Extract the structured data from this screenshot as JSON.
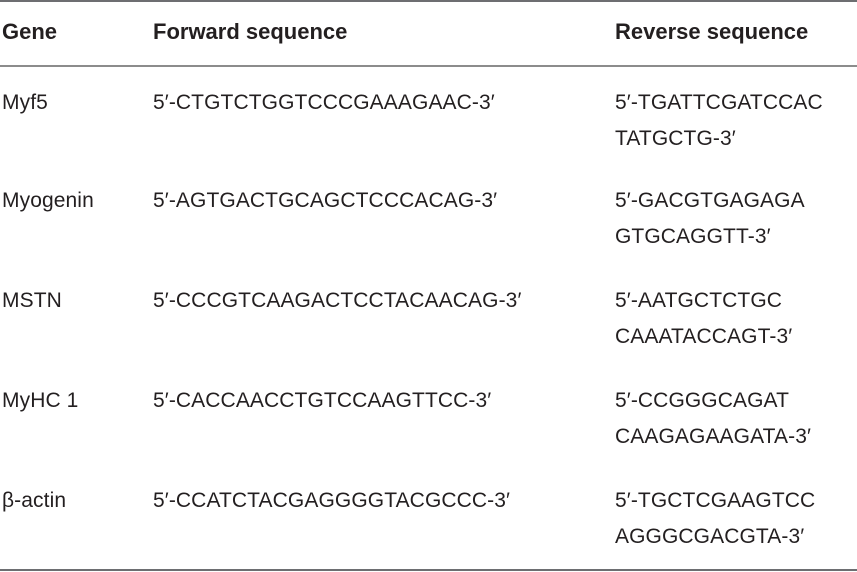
{
  "table": {
    "headers": {
      "gene": "Gene",
      "forward": "Forward sequence",
      "reverse": "Reverse sequence"
    },
    "rows": [
      {
        "gene": "Myf5",
        "forward": "5′-CTGTCTGGTCCCGAAAGAAC-3′",
        "reverse_line1": "5′-TGATTCGATCCAC",
        "reverse_line2": "TATGCTG-3′"
      },
      {
        "gene": "Myogenin",
        "forward": "5′-AGTGACTGCAGCTCCCACAG-3′",
        "reverse_line1": "5′-GACGTGAGAGA",
        "reverse_line2": "GTGCAGGTT-3′"
      },
      {
        "gene": "MSTN",
        "forward": "5′-CCCGTCAAGACTCCTACAACAG-3′",
        "reverse_line1": "5′-AATGCTCTGC",
        "reverse_line2": "CAAATACCAGT-3′"
      },
      {
        "gene": "MyHC 1",
        "forward": "5′-CACCAACCTGTCCAAGTTCC-3′",
        "reverse_line1": "5′-CCGGGCAGAT",
        "reverse_line2": "CAAGAGAAGATA-3′"
      },
      {
        "gene": "β-actin",
        "forward": "5′-CCATCTACGAGGGGTACGCCC-3′",
        "reverse_line1": "5′-TGCTCGAAGTCC",
        "reverse_line2": "AGGGCGACGTA-3′"
      }
    ]
  }
}
